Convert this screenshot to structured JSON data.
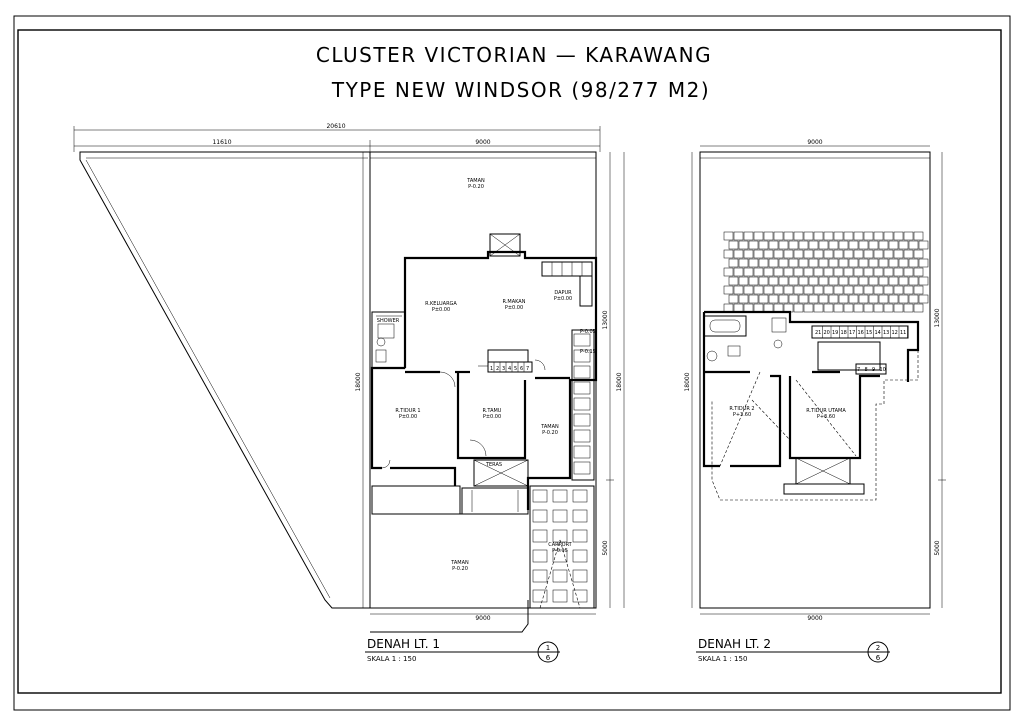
{
  "title": {
    "line1": "CLUSTER VICTORIAN — KARAWANG",
    "line2": "TYPE NEW WINDSOR (98/277 M2)"
  },
  "plan1": {
    "label": "DENAH LT. 1",
    "scale": "SKALA   1 : 150",
    "bubble_top": "1",
    "bubble_bottom": "6",
    "dims": {
      "total_width": "20610",
      "left_width": "11610",
      "lot_width_top": "9000",
      "lot_width_bottom": "9000",
      "lot_depth_left": "18000",
      "lot_depth_right": "18000",
      "right_upper": "13000",
      "right_lower": "5000"
    },
    "rooms": {
      "taman_top": "TAMAN",
      "taman_top_level": "P-0.20",
      "keluarga": "R.KELUARGA",
      "keluarga_level": "P±0.00",
      "makan": "R.MAKAN",
      "makan_level": "P±0.00",
      "dapur": "DAPUR",
      "dapur_level": "P±0.00",
      "shower": "SHOWER",
      "tidur1": "R.TIDUR 1",
      "tidur1_level": "P±0.00",
      "tamu": "R.TAMU",
      "tamu_level": "P±0.00",
      "taman_side": "TAMAN",
      "taman_side_level": "P-0.20",
      "teras": "TERAS",
      "carport": "CARPORT",
      "carport_level": "P-0.15",
      "taman_bottom": "TAMAN",
      "taman_bottom_level": "P-0.20",
      "level_a": "P-0.05",
      "level_b": "P-0.15"
    },
    "stairs": [
      "1",
      "2",
      "3",
      "4",
      "5",
      "6",
      "7"
    ]
  },
  "plan2": {
    "label": "DENAH LT. 2",
    "scale": "SKALA   1 : 150",
    "bubble_top": "2",
    "bubble_bottom": "6",
    "dims": {
      "width_top": "9000",
      "width_bottom": "9000",
      "depth_left": "18000",
      "right_upper": "13000",
      "right_lower": "5000"
    },
    "rooms": {
      "tidur2": "R.TIDUR 2",
      "tidur2_level": "P+3.60",
      "tidur_utama": "R.TIDUR UTAMA",
      "tidur_utama_level": "P+3.60"
    },
    "stairs_top": [
      "21",
      "20",
      "19",
      "18",
      "17",
      "16",
      "15",
      "14",
      "13",
      "12",
      "11"
    ],
    "stairs_bottom": [
      "7",
      "8",
      "9",
      "10"
    ]
  }
}
